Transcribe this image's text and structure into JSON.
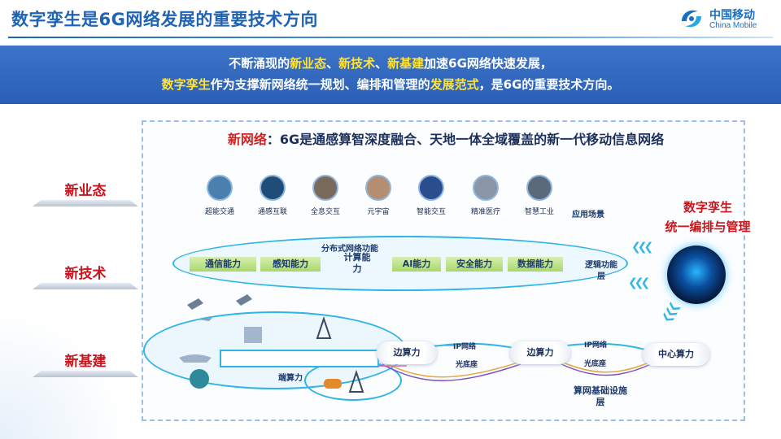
{
  "header": {
    "title": "数字孪生是6G网络发展的重要技术方向",
    "logo_cn": "中国移动",
    "logo_en": "China Mobile"
  },
  "banner": {
    "line1_a": "不断涌现的",
    "line1_b": "新业态",
    "line1_c": "、",
    "line1_d": "新技术",
    "line1_e": "、",
    "line1_f": "新基建",
    "line1_g": "加速6G网络快速发展，",
    "line2_a": "数字孪生",
    "line2_b": "作为支撑新网络统一规划、编排和管理的",
    "line2_c": "发展范式",
    "line2_d": "，是6G的重要技术方向。"
  },
  "subtitle": {
    "red": "新网络",
    "rest": "：6G是通感算智深度融合、天地一体全域覆盖的新一代移动信息网络"
  },
  "side_labels": [
    "新业态",
    "新技术",
    "新基建"
  ],
  "apps": [
    {
      "label": "超能交通",
      "color": "#4a7fae"
    },
    {
      "label": "通感互联",
      "color": "#1f4d7a"
    },
    {
      "label": "全息交互",
      "color": "#7a6a5c"
    },
    {
      "label": "元宇宙",
      "color": "#b58e72"
    },
    {
      "label": "智能交互",
      "color": "#2a4d8e"
    },
    {
      "label": "精准医疗",
      "color": "#8a96a6"
    },
    {
      "label": "智慧工业",
      "color": "#5a6a7a"
    }
  ],
  "app_scene": "应用场景",
  "distributed": "分布式网络功能",
  "capabilities": [
    "通信能力",
    "感知能力",
    "计算能\n力",
    "AI能力",
    "安全能力",
    "数据能力"
  ],
  "logic_layer": "逻辑功能\n层",
  "digital_twin": {
    "line1": "数字孪生",
    "line2": "统一编排与管理"
  },
  "infra": {
    "terminal": "端算力",
    "edge1": "边算力",
    "edge2": "边算力",
    "center": "中心算力",
    "ip1": "IP网络",
    "ip2": "IP网络",
    "base1": "光底座",
    "base2": "光底座",
    "layer": "算网基础设施\n层"
  },
  "colors": {
    "title_blue": "#1f63b5",
    "accent_red": "#c8161d",
    "highlight_yellow": "#ffe33b",
    "banner_blue": "#2a5fb5",
    "ring_cyan": "#2fb4e6",
    "capability_green": "#a9d76b"
  }
}
